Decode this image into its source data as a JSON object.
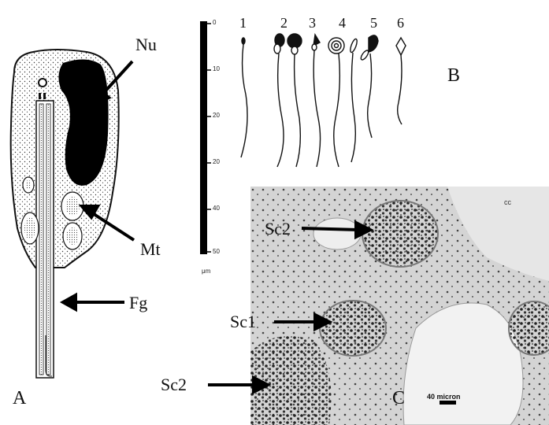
{
  "panels": {
    "a": "A",
    "b": "B",
    "c": "C"
  },
  "labels": {
    "nu": "Nu",
    "mt": "Mt",
    "fg": "Fg",
    "sc2_top": "Sc2",
    "sc1": "Sc1",
    "sc2_bottom": "Sc2"
  },
  "scale": {
    "ticks": [
      "0",
      "10",
      "20",
      "20",
      "40",
      "50"
    ],
    "unit": "μm"
  },
  "sperm_numbers": [
    "1",
    "2",
    "3",
    "4",
    "5",
    "6"
  ],
  "micrograph": {
    "scale_label": "40 micron",
    "corner_label": "cc"
  }
}
